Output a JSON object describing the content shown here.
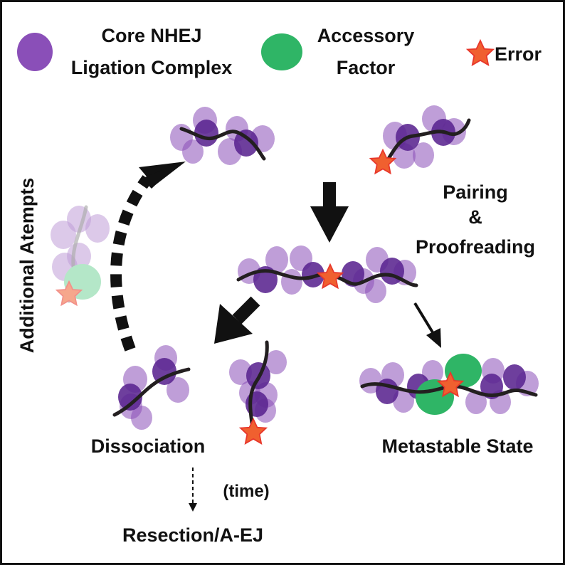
{
  "colors": {
    "core": "#8a4fb8",
    "core_dark": "#5a2490",
    "core_light": "#b48ad3",
    "accessory": "#2fb566",
    "accessory_light": "#78d49c",
    "error": "#e8372b",
    "error_fill": "#f0602f",
    "arrow": "#111111",
    "dna": "#231f20",
    "background": "#ffffff"
  },
  "legend": {
    "core": {
      "line1": "Core NHEJ",
      "line2": "Ligation Complex",
      "icon": "purple-ellipse"
    },
    "accessory": {
      "line1": "Accessory",
      "line2": "Factor",
      "icon": "green-ellipse"
    },
    "error": {
      "label": "Error",
      "icon": "red-star"
    }
  },
  "labels": {
    "side": "Additional Atempts",
    "pairing_line1": "Pairing",
    "pairing_line2": "&",
    "pairing_line3": "Proofreading",
    "dissociation": "Dissociation",
    "metastable": "Metastable State",
    "time": "(time)",
    "resection": "Resection/A-EJ"
  }
}
